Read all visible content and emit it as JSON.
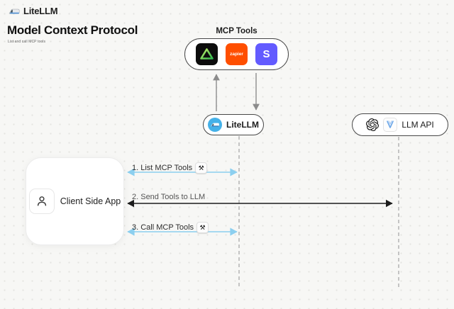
{
  "header": {
    "logo": "LiteLLM",
    "title": "Model Context Protocol",
    "subtitle": "List and call MCP tools"
  },
  "mcp_tools": {
    "label": "MCP Tools",
    "items": [
      {
        "name": "green-triangle-tool"
      },
      {
        "name": "zapier",
        "text": "zapier"
      },
      {
        "name": "stripe",
        "text": "S"
      }
    ]
  },
  "nodes": {
    "litellm": {
      "label": "LiteLLM"
    },
    "llm_api": {
      "label": "LLM API"
    },
    "client": {
      "label": "Client Side App"
    }
  },
  "sequence": {
    "steps": [
      {
        "label": "1. List MCP Tools",
        "tool_icon": "⚒",
        "color": "#8ccfef"
      },
      {
        "label": "2. Send Tools to LLM",
        "color": "#1c1c1c"
      },
      {
        "label": "3. Call MCP Tools",
        "tool_icon": "⚒",
        "color": "#8ccfef"
      }
    ]
  },
  "colors": {
    "background": "#f7f7f5",
    "arrow_blue": "#8ccfef",
    "arrow_black": "#1c1c1c",
    "arrow_gray": "#8c8c8c",
    "zapier_orange": "#ff4f00",
    "stripe_purple": "#635bff",
    "triangle_green_start": "#c6f06a",
    "triangle_green_end": "#2fb84f",
    "litellm_blue": "#45b1e8"
  }
}
